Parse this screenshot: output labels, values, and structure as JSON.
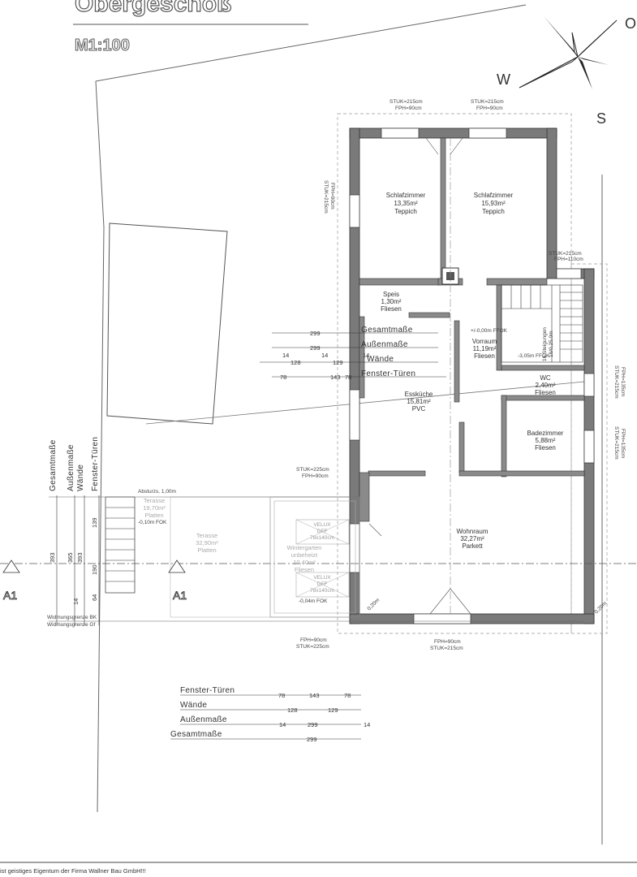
{
  "title": "Obergeschoß",
  "scale": "M1:100",
  "compass": {
    "west": "W",
    "south": "S",
    "north_partial": "O"
  },
  "rooms": [
    {
      "name": "Schlafzimmer",
      "area": "13,35m²",
      "floor": "Teppich"
    },
    {
      "name": "Schlafzimmer",
      "area": "15,93m²",
      "floor": "Teppich"
    },
    {
      "name": "Speis",
      "area": "1,30m²",
      "floor": "Fliesen"
    },
    {
      "name": "Vorraum",
      "area": "11,19m²",
      "floor": "Fliesen"
    },
    {
      "name": "Essküche",
      "area": "15,81m²",
      "floor": "PVC"
    },
    {
      "name": "WC",
      "area": "2,40m²",
      "floor": "Fliesen"
    },
    {
      "name": "Badezimmer",
      "area": "5,88m²",
      "floor": "Fliesen"
    },
    {
      "name": "Wohnraum",
      "area": "32,27m²",
      "floor": "Parkett"
    },
    {
      "name": "Wintergarten",
      "sub": "unbeheizt",
      "area": "10,40m²",
      "floor": "Fliesen"
    },
    {
      "name": "Terasse",
      "area": "19,70m²",
      "floor": "Platten"
    },
    {
      "name": "Terasse",
      "area": "32,90m²",
      "floor": "Platten"
    }
  ],
  "levels": {
    "ffok_main": "+/-0,00m FFOK",
    "ffok_stair": "-3,05m FFOK",
    "fok_terrace": "-0,10m FOK",
    "fok_winter": "-0,04m FOK",
    "absturz": "Absturzs. 1,00m"
  },
  "stair_label": "16 Steigungen",
  "stair_sub": "16/0,25,0m",
  "velux": {
    "name": "VELUX",
    "type": "DFF",
    "size": "78x140cm"
  },
  "openings": {
    "stuk215": "STUK=215cm",
    "fph90": "FPH=90cm",
    "fph110": "FPH=110cm",
    "stuk225": "STUK=225cm",
    "fph135": "FPH=135cm"
  },
  "dims_top": {
    "gesamt_label": "Gesamtmaße",
    "gesamt": "299",
    "aussen_label": "Außenmaße",
    "aussen": "299",
    "waende_label": "Wände",
    "w1": "14",
    "w2": "128",
    "w3": "14",
    "w4": "129",
    "w5": "14",
    "ft_label": "Fenster-Türen",
    "f1": "78",
    "f2": "143",
    "f3": "78"
  },
  "dims_bottom": {
    "ft_label": "Fenster-Türen",
    "f1": "78",
    "f2": "143",
    "f3": "78",
    "waende_label": "Wände",
    "w1": "128",
    "w2": "129",
    "aussen_label": "Außenmaße",
    "a1": "14",
    "a2": "299",
    "a3": "14",
    "gesamt_label": "Gesamtmaße",
    "gesamt": "299"
  },
  "dims_left": {
    "labels": [
      "Gesamtmaße",
      "Außenmaße",
      "Wände",
      "Fenster-Türen"
    ],
    "v393a": "393",
    "v365": "365",
    "v393b": "393",
    "v139": "139",
    "v190": "190",
    "v64": "64",
    "v14": "14"
  },
  "section": {
    "label": "A1"
  },
  "widmung": {
    "bk": "Widmungsgrenze BK",
    "gf": "Widmungsgrenze Gf"
  },
  "distance": "0,20m",
  "footer": "ist geistiges Eigentum der Firma Wallner Bau GmbH!!!"
}
